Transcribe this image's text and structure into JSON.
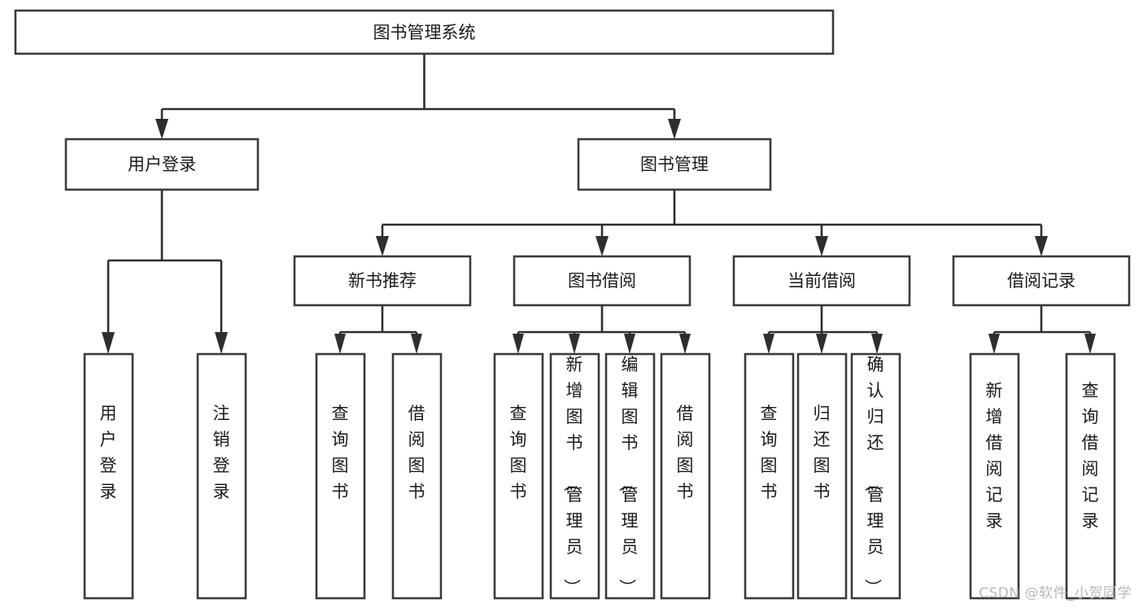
{
  "diagram": {
    "type": "tree",
    "title": "图书管理系统",
    "orientation": "top-down",
    "colors": {
      "box_stroke": "#3a3a3a",
      "box_fill": "#ffffff",
      "connector": "#2e2e2e",
      "text": "#1a1a1a",
      "watermark": "#b9b9b9",
      "background": "#ffffff"
    }
  },
  "root": {
    "label": "图书管理系统"
  },
  "level2": [
    {
      "label": "用户登录"
    },
    {
      "label": "图书管理"
    }
  ],
  "level3": [
    {
      "label": "新书推荐"
    },
    {
      "label": "图书借阅"
    },
    {
      "label": "当前借阅"
    },
    {
      "label": "借阅记录"
    }
  ],
  "leaves": {
    "user_login": [
      {
        "label": "用户登录"
      },
      {
        "label": "注销登录"
      }
    ],
    "new_book_recommend": [
      {
        "label": "查询图书"
      },
      {
        "label": "借阅图书"
      }
    ],
    "book_borrow": [
      {
        "label": "查询图书"
      },
      {
        "label": "新增图书（管理员）"
      },
      {
        "label": "编辑图书（管理员）"
      },
      {
        "label": "借阅图书"
      }
    ],
    "current_borrow": [
      {
        "label": "查询图书"
      },
      {
        "label": "归还图书"
      },
      {
        "label": "确认归还（管理员）"
      }
    ],
    "borrow_record": [
      {
        "label": "新增借阅记录"
      },
      {
        "label": "查询借阅记录"
      }
    ]
  },
  "watermark": {
    "text": "CSDN @软件_小贺同学"
  }
}
